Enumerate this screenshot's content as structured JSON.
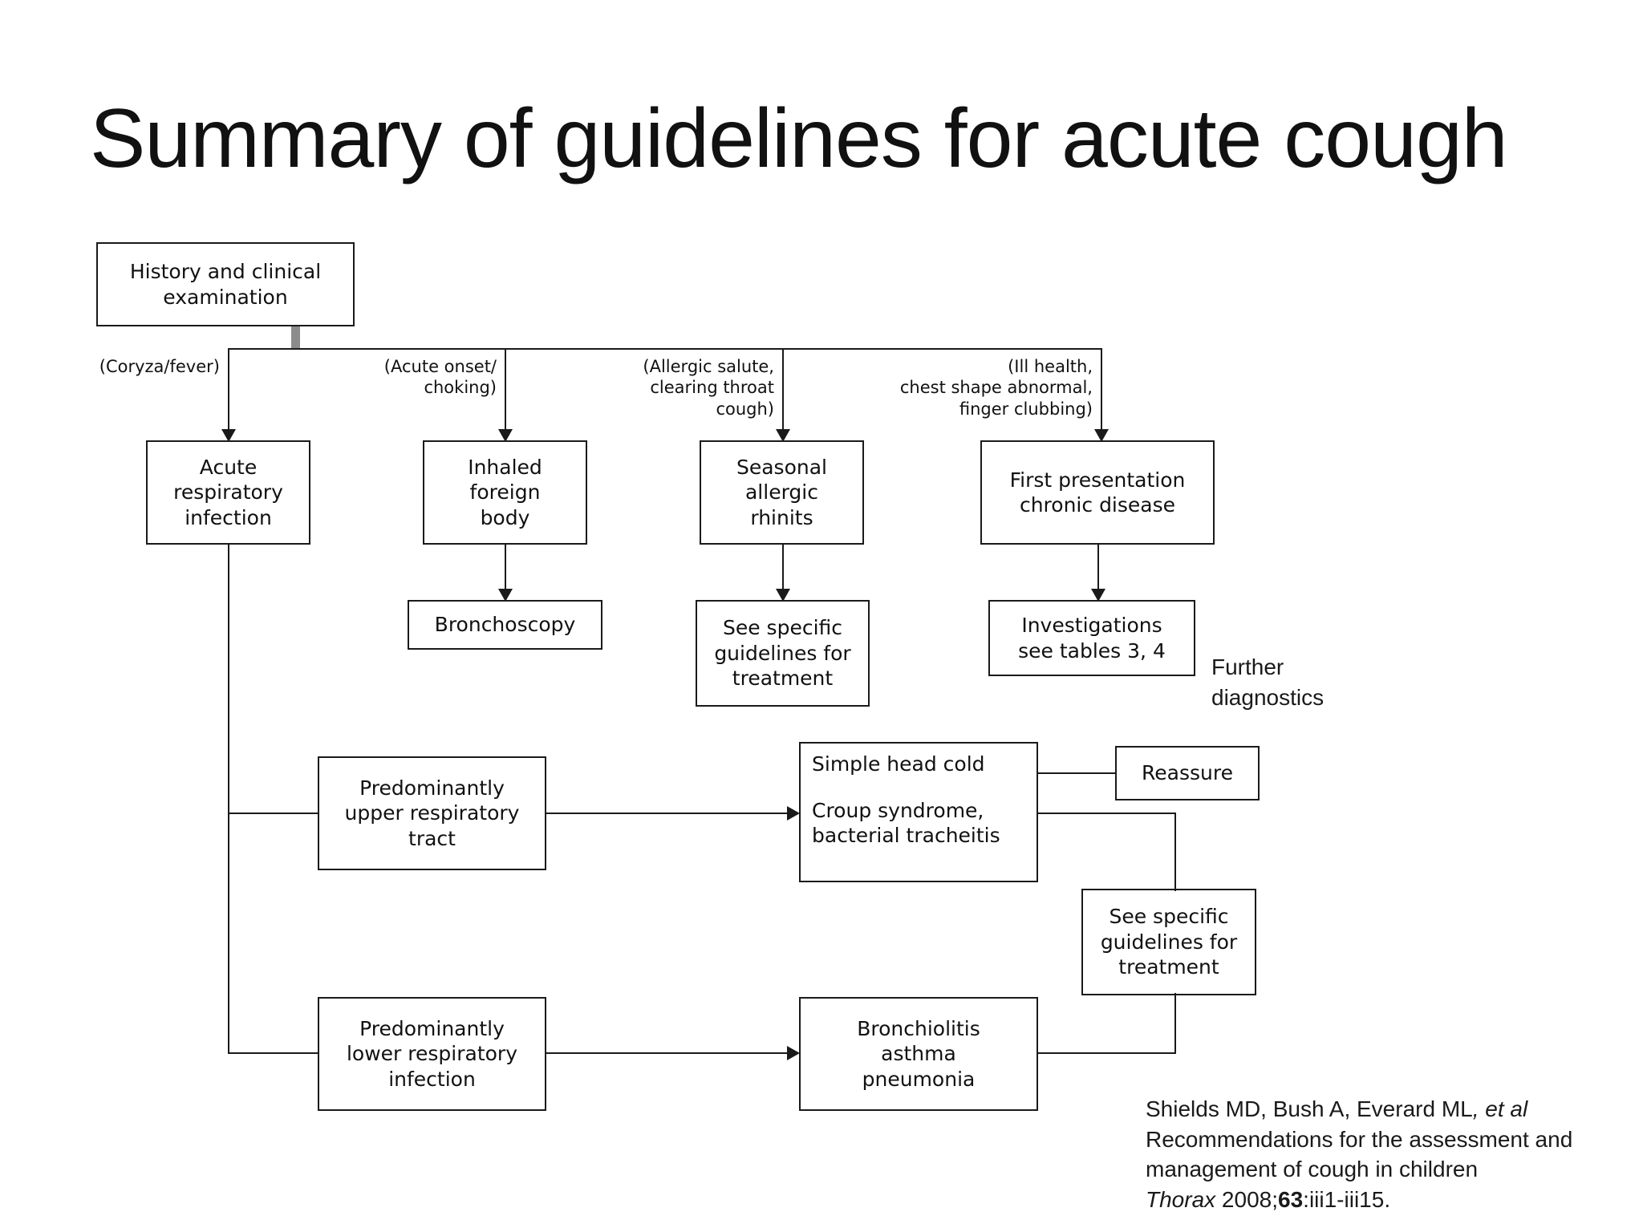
{
  "slide": {
    "title": "Summary of guidelines for acute cough",
    "background": "#ffffff",
    "line_color": "#1a1a1a",
    "stub_color": "#8c8c8c"
  },
  "flowchart": {
    "root": {
      "label": "History and clinical\nexamination"
    },
    "branch_labels": [
      {
        "id": "branch-label-coryza",
        "text": "(Coryza/fever)"
      },
      {
        "id": "branch-label-acute-onset",
        "text": "(Acute onset/\nchoking)"
      },
      {
        "id": "branch-label-allergic",
        "text": "(Allergic salute,\nclearing throat\ncough)"
      },
      {
        "id": "branch-label-ill-health",
        "text": "(Ill health,\nchest shape abnormal,\nfinger clubbing)"
      }
    ],
    "level2": [
      {
        "id": "acute-respiratory-infection",
        "label": "Acute\nrespiratory\ninfection"
      },
      {
        "id": "inhaled-foreign-body",
        "label": "Inhaled\nforeign\nbody"
      },
      {
        "id": "seasonal-allergic-rhinits",
        "label": "Seasonal\nallergic\nrhinits"
      },
      {
        "id": "first-presentation-chronic-disease",
        "label": "First presentation\nchronic disease"
      }
    ],
    "level3": [
      {
        "id": "bronchoscopy",
        "label": "Bronchoscopy"
      },
      {
        "id": "see-specific-guidelines-rhinitis",
        "label": "See specific\nguidelines for\ntreatment"
      },
      {
        "id": "investigations",
        "label": "Investigations\nsee tables 3, 4"
      }
    ],
    "annotations": [
      {
        "id": "further-diagnostics",
        "text": "Further\ndiagnostics"
      }
    ],
    "lower": [
      {
        "id": "predominantly-upper-respiratory-tract",
        "label": "Predominantly\nupper respiratory\ntract"
      },
      {
        "id": "predominantly-lower-respiratory-infection",
        "label": "Predominantly\nlower respiratory\ninfection"
      },
      {
        "id": "bronchiolitis-asthma-pneumonia",
        "label": "Bronchiolitis\nasthma\npneumonia"
      },
      {
        "id": "reassure",
        "label": "Reassure"
      },
      {
        "id": "see-specific-guidelines-treatment",
        "label": "See specific\nguidelines for\ntreatment"
      }
    ],
    "upper_outcomes": {
      "id": "upper-outcomes",
      "line_a": "Simple head cold",
      "line_b": "Croup syndrome,\nbacterial tracheitis"
    }
  },
  "citation": {
    "line1_a": "Shields MD, Bush A, Everard ML",
    "line1_b": ", et al",
    "line2": "Recommendations for the assessment and",
    "line3": "management of cough in children",
    "line4_journal": "Thorax",
    "line4_year": " 2008;",
    "line4_vol": "63",
    "line4_pages": ":iii1-iii15."
  }
}
